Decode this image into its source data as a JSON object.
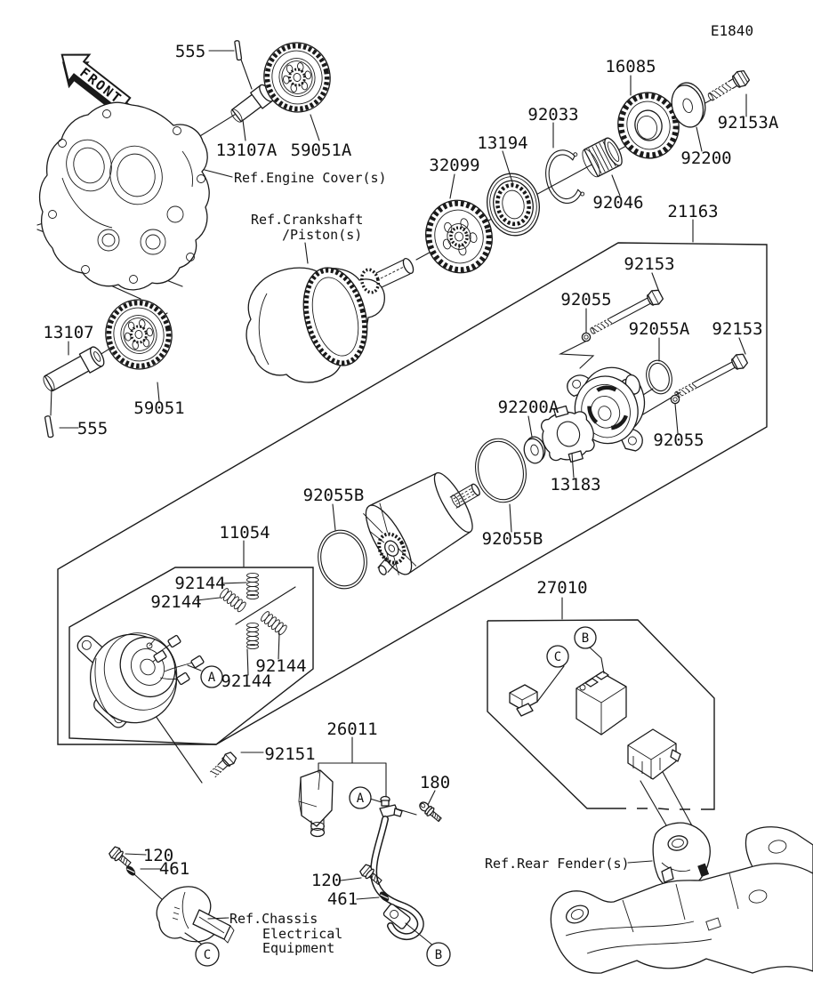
{
  "diagram": {
    "code": "E1840",
    "front_arrow_label": "FRONT",
    "colors": {
      "ink": "#1a1a1a",
      "paper": "#ffffff"
    },
    "callouts": {
      "a": "A",
      "b": "B",
      "c": "C"
    },
    "part_labels": {
      "pin_top": "555",
      "bushing_13107a": "13107A",
      "idle_gear_a": "59051A",
      "ref_engine_cover": "Ref.Engine Cover(s)",
      "ref_crankshaft_1": "Ref.Crankshaft",
      "ref_crankshaft_2": "/Piston(s)",
      "starter_gear_32099": "32099",
      "oneway_clutch_13194": "13194",
      "circlip_92033": "92033",
      "clutch_gear_16085": "16085",
      "needle_bearing_92046": "92046",
      "washer_92200": "92200",
      "bolt_92153a": "92153A",
      "starter_motor_assy_21163": "21163",
      "bolt_92153_1": "92153",
      "ring_92055_1": "92055",
      "oring_92055a": "92055A",
      "bolt_92153_2": "92153",
      "ring_92055_2": "92055",
      "washer_92200a": "92200A",
      "holder_plate_13183": "13183",
      "oring_92055b_1": "92055B",
      "oring_92055b_2": "92055B",
      "brush_assy_11054": "11054",
      "spring_92144_1": "92144",
      "spring_92144_2": "92144",
      "spring_92144_3": "92144",
      "spring_92144_4": "92144",
      "bolt_92151": "92151",
      "cable_assy_26011": "26011",
      "screw_180": "180",
      "bolt_120_center": "120",
      "washer_461_center": "461",
      "relay_assy_27010": "27010",
      "ref_rear_fender": "Ref.Rear Fender(s)",
      "bolt_120_left": "120",
      "washer_461_left": "461",
      "ref_chassis_1": "Ref.Chassis",
      "ref_chassis_2": "Electrical",
      "ref_chassis_3": "Equipment",
      "shaft_13107": "13107",
      "idle_gear": "59051",
      "pin_left": "555"
    }
  }
}
